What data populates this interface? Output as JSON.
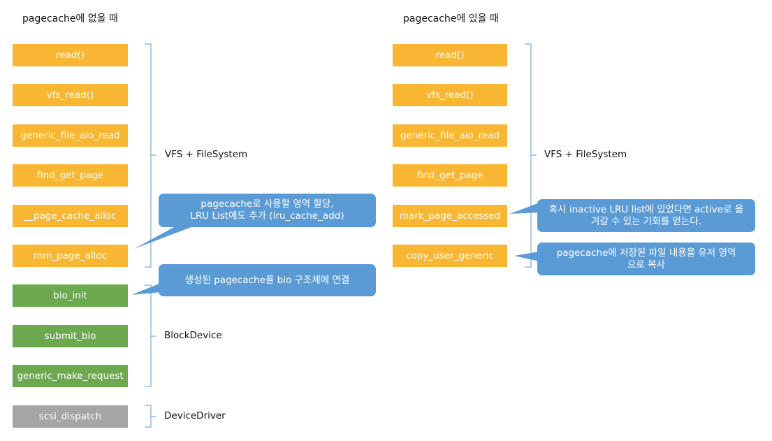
{
  "left": {
    "title": "pagecache에 없을 때",
    "functions": [
      {
        "label": "read()",
        "color": "orange"
      },
      {
        "label": "vfs_read()",
        "color": "orange"
      },
      {
        "label": "generic_file_aio_read",
        "color": "orange"
      },
      {
        "label": "find_get_page",
        "color": "orange"
      },
      {
        "label": "__page_cache_alloc",
        "color": "orange"
      },
      {
        "label": "mm_page_alloc",
        "color": "orange"
      },
      {
        "label": "bio_init",
        "color": "green"
      },
      {
        "label": "submit_bio",
        "color": "green"
      },
      {
        "label": "generic_make_request",
        "color": "green"
      },
      {
        "label": "scsi_dispatch",
        "color": "gray"
      }
    ],
    "layers": {
      "vfs": "VFS + FileSystem",
      "block": "BlockDevice",
      "driver": "DeviceDriver"
    },
    "callouts": {
      "alloc_line1": "pagecache로 사용할 영역 할당,",
      "alloc_line2": "LRU List에도 추가 (lru_cache_add)",
      "bio": "생성된 pagecache를 bio 구조체에 연결"
    }
  },
  "right": {
    "title": "pagecache에 있을 때",
    "functions": [
      {
        "label": "read()",
        "color": "orange"
      },
      {
        "label": "vfs_read()",
        "color": "orange"
      },
      {
        "label": "generic_file_aio_read",
        "color": "orange"
      },
      {
        "label": "find_get_page",
        "color": "orange"
      },
      {
        "label": "mark_page_accessed",
        "color": "orange"
      },
      {
        "label": "copy_user_generic",
        "color": "orange"
      }
    ],
    "layers": {
      "vfs": "VFS + FileSystem"
    },
    "callouts": {
      "mark_line1": "혹시 inactive LRU list에 있었다면 active로 옮",
      "mark_line2": "겨갈 수 있는 기회를 얻는다.",
      "copy_line1": "pagecache에 저장된 파일 내용을 유저 영역",
      "copy_line2": "으로 복사"
    }
  },
  "colors": {
    "orange": "#f8b632",
    "green": "#6ca84e",
    "gray": "#a5a5a5",
    "callout": "#5b9bd5",
    "bracket": "#7fa9d8"
  }
}
